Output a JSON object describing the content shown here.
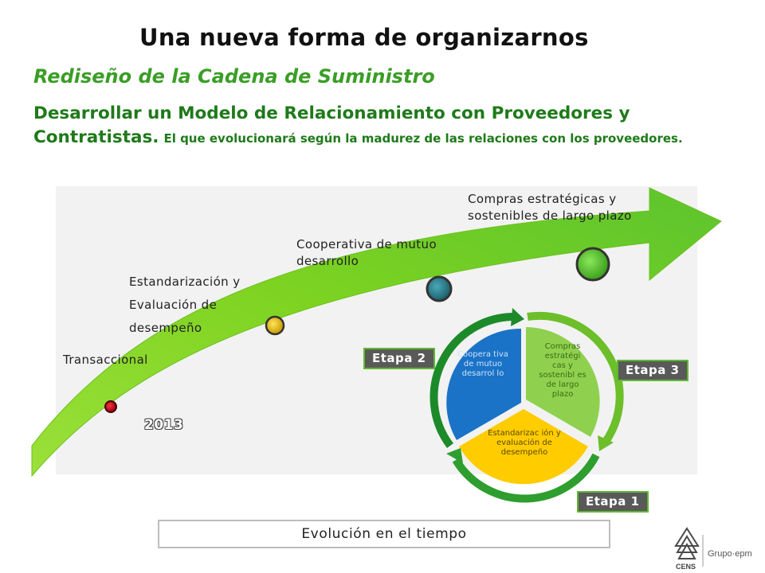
{
  "title": "Una nueva forma de organizarnos",
  "subtitle": "Rediseño de la Cadena de Suministro",
  "headline": {
    "main_line1": "Desarrollar un Modelo de Relacionamiento con Proveedores y",
    "main_line2": "Contratistas.",
    "note": "El que evolucionará según la madurez de las relaciones con los proveedores."
  },
  "arrow_stages": [
    {
      "label": "Transaccional",
      "color": "#c0001a"
    },
    {
      "label": "Estandarización y Evaluación de desempeño",
      "color": "#e8c21a"
    },
    {
      "label": "Cooperativa de mutuo desarrollo",
      "color": "#2a7f8f"
    },
    {
      "label": "Compras estratégicas y sostenibles de largo plazo",
      "color": "#5cc42e"
    }
  ],
  "year": "2013",
  "cycle": {
    "segments": [
      {
        "label": "Coopera tiva de mutuo desarrol lo",
        "color": "#1a73c7"
      },
      {
        "label": "Compras estratégi cas y sostenibl es de largo plazo",
        "color": "#8fd14f"
      },
      {
        "label": "Estandarizac ión y evaluación de desempeño",
        "color": "#ffcc00"
      }
    ],
    "stage_tags": {
      "etapa_1": "Etapa 1",
      "etapa_2": "Etapa 2",
      "etapa_3": "Etapa 3"
    }
  },
  "footer": "Evolución en el tiempo",
  "logo": {
    "cens": "CENS",
    "group": "Grupo·epm"
  },
  "colors": {
    "accent_green": "#3a9e26",
    "dark_green": "#1f7a1a",
    "arrow_green": "#7ed321",
    "etapa_bg": "#595959"
  }
}
